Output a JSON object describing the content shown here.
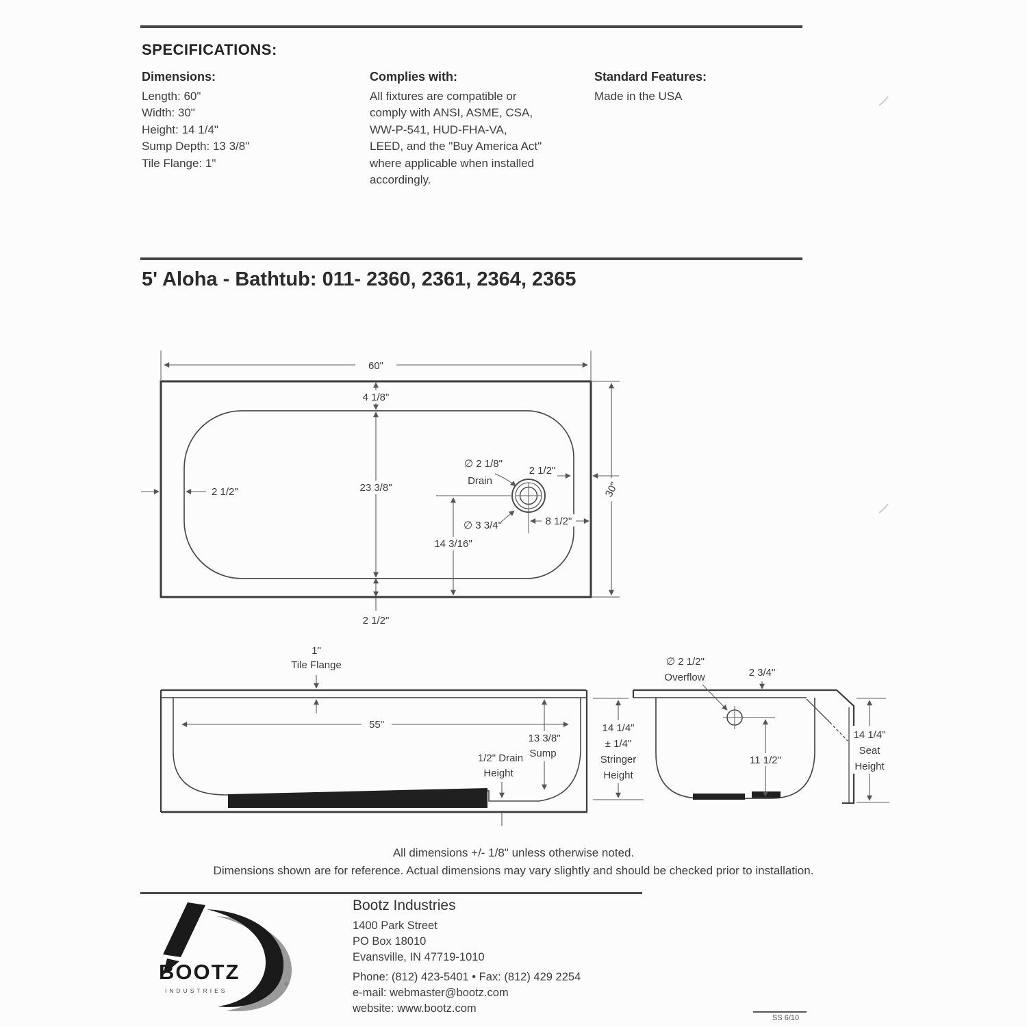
{
  "header": {
    "specifications": "SPECIFICATIONS:"
  },
  "specs": {
    "dimensions": {
      "heading": "Dimensions:",
      "items": [
        "Length: 60\"",
        "Width: 30\"",
        "Height: 14 1/4\"",
        "Sump Depth: 13 3/8\"",
        "Tile Flange: 1\""
      ]
    },
    "complies": {
      "heading": "Complies with:",
      "lines": [
        "All fixtures are compatible or",
        "comply with ANSI, ASME, CSA,",
        "WW-P-541, HUD-FHA-VA,",
        "LEED, and the \"Buy America Act\"",
        "where applicable when installed",
        "accordingly."
      ]
    },
    "features": {
      "heading": "Standard Features:",
      "body": "Made in the USA"
    }
  },
  "title": {
    "text": "5' Aloha - Bathtub: 011- 2360, 2361, 2364, 2365"
  },
  "top_view": {
    "length": "60\"",
    "rim_top": "4 1/8\"",
    "width": "30\"",
    "rim_left": "2 1/2\"",
    "basin_width": "23 3/8\"",
    "drain_dia": "∅ 2 1/8\"",
    "drain_label": "Drain",
    "drain_rim": "2 1/2\"",
    "drain_outer_dia": "∅ 3 3/4\"",
    "drain_end": "8 1/2\"",
    "drain_center": "14 3/16\"",
    "rim_bottom": "2 1/2\""
  },
  "side_view": {
    "flange_size": "1\"",
    "flange_label": "Tile Flange",
    "basin_length": "55\"",
    "sump_depth": "13 3/8\"",
    "sump_label": "Sump",
    "drain_h1": "1/2\" Drain",
    "drain_h2": "Height",
    "stringer": [
      "14 1/4\"",
      "± 1/4\"",
      "Stringer",
      "Height"
    ]
  },
  "end_view": {
    "overflow_dia": "∅ 2 1/2\"",
    "overflow_label": "Overflow",
    "top_offset": "2 3/4\"",
    "overflow_height": "11 1/2\"",
    "seat": [
      "14 1/4\"",
      "Seat",
      "Height"
    ]
  },
  "notes": {
    "line1": "All dimensions +/- 1/8\" unless otherwise noted.",
    "line2": "Dimensions shown are for reference. Actual dimensions may vary slightly and should be checked prior to installation."
  },
  "footer": {
    "logo": {
      "word": "BOOTZ",
      "sub": "INDUSTRIES"
    },
    "company": "Bootz Industries",
    "address": [
      "1400 Park Street",
      "PO Box 18010",
      "Evansville, IN 47719-1010"
    ],
    "phone": "Phone: (812) 423-5401 • Fax: (812) 429 2254",
    "email": "e-mail: webmaster@bootz.com",
    "website": "website: www.bootz.com"
  },
  "meta": {
    "doc_code": "SS 6/10"
  }
}
